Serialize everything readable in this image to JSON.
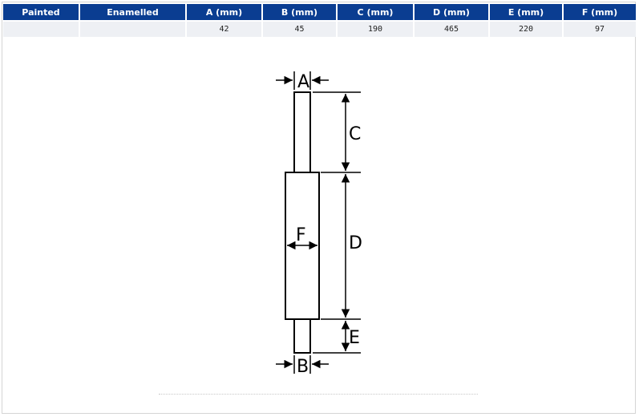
{
  "table": {
    "headers": [
      "Painted",
      "Enamelled",
      "A (mm)",
      "B (mm)",
      "C (mm)",
      "D (mm)",
      "E (mm)",
      "F (mm)"
    ],
    "row": [
      "",
      "",
      "42",
      "45",
      "190",
      "465",
      "220",
      "97"
    ]
  },
  "diagram": {
    "labels": {
      "a": "A",
      "b": "B",
      "c": "C",
      "d": "D",
      "e": "E",
      "f": "F"
    }
  }
}
